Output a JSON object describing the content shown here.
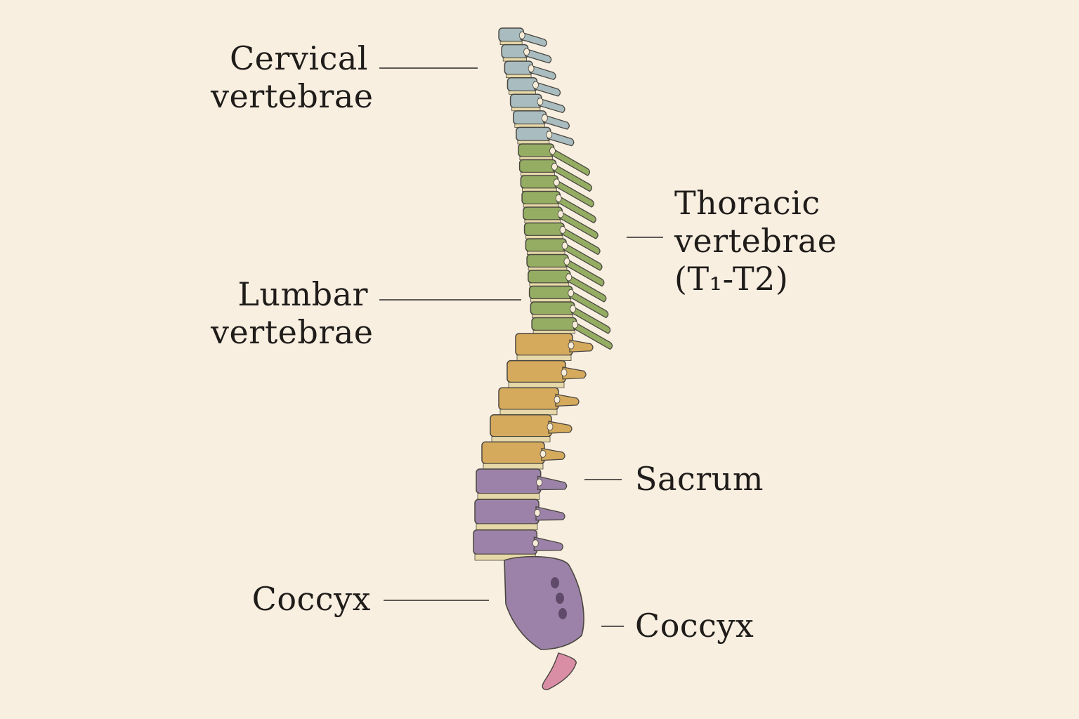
{
  "diagram": {
    "labels": {
      "cervical": [
        "Cervical",
        "vertebrae"
      ],
      "thoracic": [
        "Thoracic",
        "vertebrae",
        "(T₁-T2)"
      ],
      "lumbar": [
        "Lumbar",
        "vertebrae"
      ],
      "sacrum": [
        "Sacrum"
      ],
      "coccyx_left": [
        "Coccyx"
      ],
      "coccyx_right": [
        "Coccyx"
      ]
    },
    "colors": {
      "background": "#f8efe1",
      "cervical": "#a9bcc0",
      "thoracic": "#94ad63",
      "lumbar": "#d5aa5c",
      "sacrum": "#9c82a8",
      "coccyx": "#d98ea6",
      "disc": "#e6d8a8",
      "outline": "#4a4740",
      "leader": "#2b2724"
    },
    "segments": {
      "cervical_count": 7,
      "thoracic_count": 12,
      "lumbar_count": 5,
      "sacrum_count": 3
    }
  }
}
